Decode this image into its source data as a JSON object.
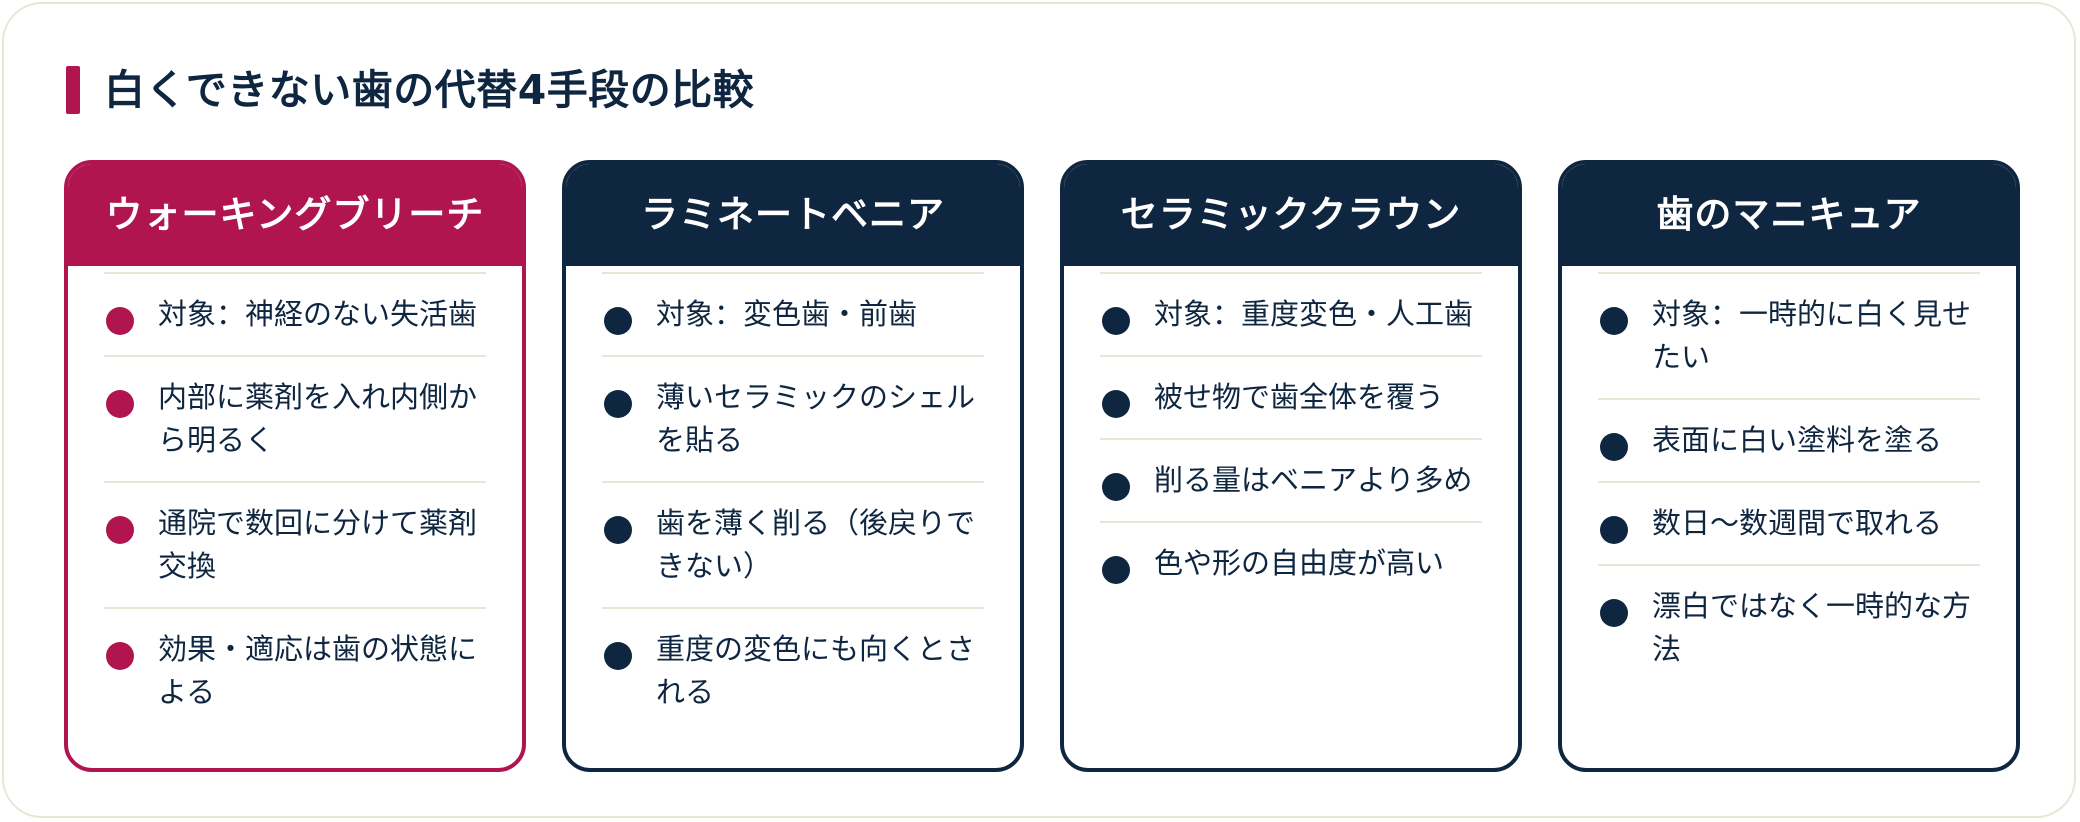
{
  "title": "白くできない歯の代替4手段の比較",
  "colors": {
    "accent": "#b0154f",
    "navy": "#0f2640",
    "divider": "#e8e6d6",
    "background": "#ffffff"
  },
  "cards": [
    {
      "heading": "ウォーキングブリーチ",
      "highlighted": true,
      "items": [
        "対象：神経のない失活歯",
        "内部に薬剤を入れ内側から明るく",
        "通院で数回に分けて薬剤交換",
        "効果・適応は歯の状態による"
      ]
    },
    {
      "heading": "ラミネートベニア",
      "highlighted": false,
      "items": [
        "対象：変色歯・前歯",
        "薄いセラミックのシェルを貼る",
        "歯を薄く削る（後戻りできない）",
        "重度の変色にも向くとされる"
      ]
    },
    {
      "heading": "セラミッククラウン",
      "highlighted": false,
      "items": [
        "対象：重度変色・人工歯",
        "被せ物で歯全体を覆う",
        "削る量はベニアより多め",
        "色や形の自由度が高い"
      ]
    },
    {
      "heading": "歯のマニキュア",
      "highlighted": false,
      "items": [
        "対象：一時的に白く見せたい",
        "表面に白い塗料を塗る",
        "数日〜数週間で取れる",
        "漂白ではなく一時的な方法"
      ]
    }
  ]
}
